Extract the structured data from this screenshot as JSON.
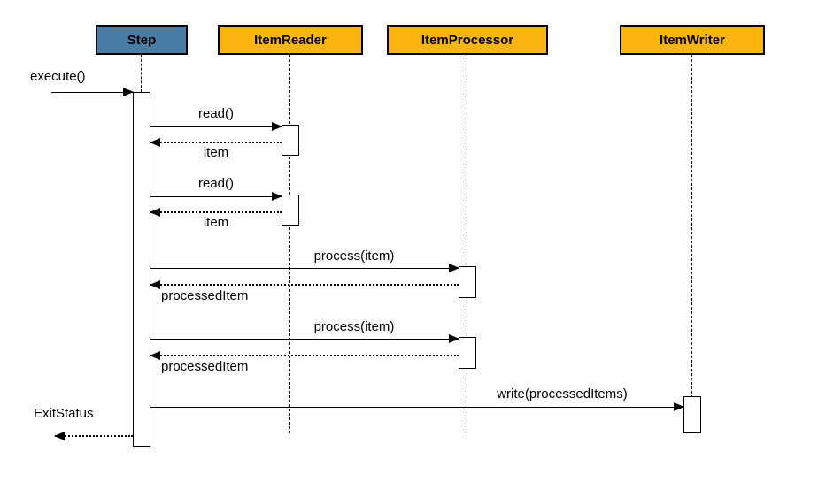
{
  "diagram": {
    "type": "uml-sequence",
    "actors": [
      {
        "id": "step",
        "label": "Step",
        "color": "#4a7da6"
      },
      {
        "id": "item-reader",
        "label": "ItemReader",
        "color": "#fcb50f"
      },
      {
        "id": "item-processor",
        "label": "ItemProcessor",
        "color": "#fcb50f"
      },
      {
        "id": "item-writer",
        "label": "ItemWriter",
        "color": "#fcb50f"
      }
    ],
    "messages": [
      {
        "id": "execute",
        "label": "execute()",
        "type": "call",
        "from": "caller",
        "to": "step"
      },
      {
        "id": "read-1",
        "label": "read()",
        "type": "call",
        "from": "step",
        "to": "item-reader"
      },
      {
        "id": "item-1",
        "label": "item",
        "type": "return",
        "from": "item-reader",
        "to": "step"
      },
      {
        "id": "read-2",
        "label": "read()",
        "type": "call",
        "from": "step",
        "to": "item-reader"
      },
      {
        "id": "item-2",
        "label": "item",
        "type": "return",
        "from": "item-reader",
        "to": "step"
      },
      {
        "id": "process-1",
        "label": "process(item)",
        "type": "call",
        "from": "step",
        "to": "item-processor"
      },
      {
        "id": "processed-item-1",
        "label": "processedItem",
        "type": "return",
        "from": "item-processor",
        "to": "step"
      },
      {
        "id": "process-2",
        "label": "process(item)",
        "type": "call",
        "from": "step",
        "to": "item-processor"
      },
      {
        "id": "processed-item-2",
        "label": "processedItem",
        "type": "return",
        "from": "item-processor",
        "to": "step"
      },
      {
        "id": "write",
        "label": "write(processedItems)",
        "type": "call",
        "from": "step",
        "to": "item-writer"
      },
      {
        "id": "exit-status",
        "label": "ExitStatus",
        "type": "return",
        "from": "step",
        "to": "caller"
      }
    ],
    "line_color": "#000000",
    "background": "#ffffff"
  }
}
